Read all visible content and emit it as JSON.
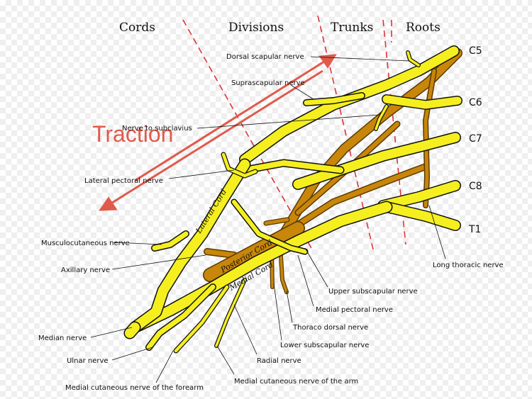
{
  "headers": {
    "cords": "Cords",
    "divisions": "Divisions",
    "trunks": "Trunks",
    "roots": "Roots"
  },
  "roots": {
    "c5": "C5",
    "c6": "C6",
    "c7": "C7",
    "c8": "C8",
    "t1": "T1"
  },
  "traction": "Traction",
  "cord_labels": {
    "lateral": "Lateral  Cord",
    "posterior": "Posterior  Cord",
    "medial": "Medial  Cord"
  },
  "labels": {
    "dorsal_scapular": "Dorsal scapular nerve",
    "suprascapular": "Suprascapular nerve",
    "subclavius": "Nerve to subclavius",
    "lateral_pectoral": "Lateral pectoral nerve",
    "musculocutaneous": "Musculocutaneous nerve",
    "axillary": "Axillary nerve",
    "median": "Median nerve",
    "ulnar": "Ulnar nerve",
    "med_cut_forearm": "Medial cutaneous nerve of the forearm",
    "med_cut_arm": "Medial cutaneous nerve of the arm",
    "radial": "Radial nerve",
    "lower_subscapular": "Lower subscapular nerve",
    "thoracodorsal": "Thoraco dorsal nerve",
    "medial_pectoral": "Medial pectoral nerve",
    "upper_subscapular": "Upper subscapular nerve",
    "long_thoracic": "Long thoracic nerve"
  },
  "colors": {
    "nerve_yellow": "#f5ef1f",
    "posterior_brown": "#c8860a",
    "traction_red": "#e05a4a",
    "divider_red": "#e0313a"
  }
}
